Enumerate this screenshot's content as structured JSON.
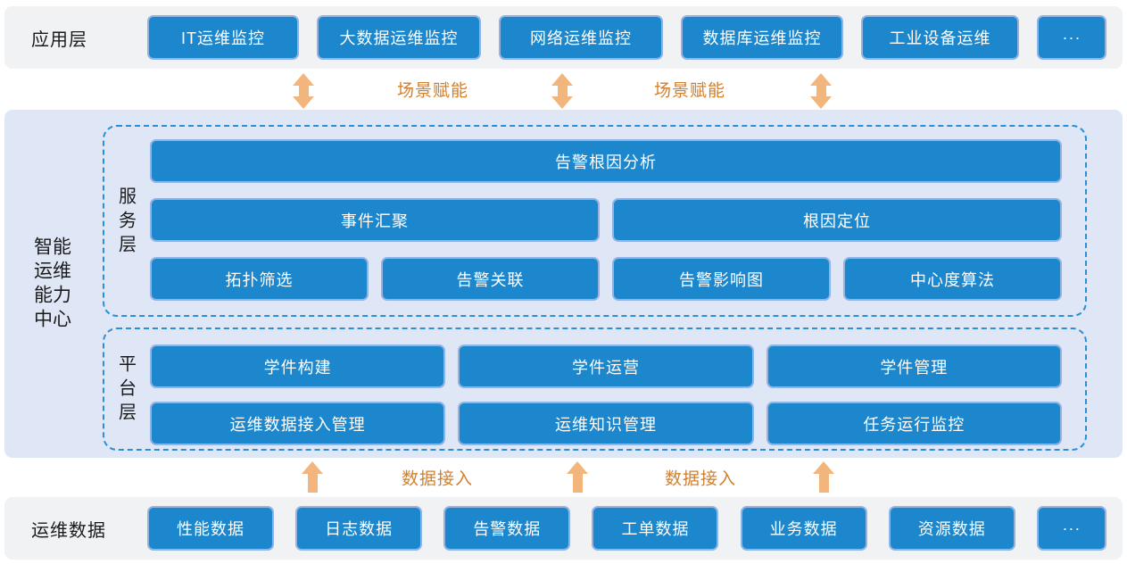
{
  "app_layer": {
    "label": "应用层",
    "boxes": [
      "IT运维监控",
      "大数据运维监控",
      "网络运维监控",
      "数据库运维监控",
      "工业设备运维",
      "···"
    ]
  },
  "scene_flow": {
    "label1": "场景赋能",
    "label2": "场景赋能"
  },
  "center": {
    "label": "智能运维能力中心",
    "service_layer": {
      "label": "服务层",
      "row1": [
        "告警根因分析"
      ],
      "row2": [
        "事件汇聚",
        "根因定位"
      ],
      "row3": [
        "拓扑筛选",
        "告警关联",
        "告警影响图",
        "中心度算法"
      ]
    },
    "platform_layer": {
      "label": "平台层",
      "row1": [
        "学件构建",
        "学件运营",
        "学件管理"
      ],
      "row2": [
        "运维数据接入管理",
        "运维知识管理",
        "任务运行监控"
      ]
    }
  },
  "data_flow": {
    "label1": "数据接入",
    "label2": "数据接入"
  },
  "data_layer": {
    "label": "运维数据",
    "boxes": [
      "性能数据",
      "日志数据",
      "告警数据",
      "工单数据",
      "业务数据",
      "资源数据",
      "···"
    ]
  },
  "colors": {
    "primary_blue": "#1c87cd",
    "box_border": "#93b3e3",
    "band_gray": "#f1f2f3",
    "center_band_blue": "#dfe7f7",
    "dashed_border_blue": "#2b8fd6",
    "arrow_orange": "#f2b67d",
    "flow_label_orange": "#d0802f",
    "text_dark": "#1a1a1a",
    "box_text": "#ffffff"
  }
}
